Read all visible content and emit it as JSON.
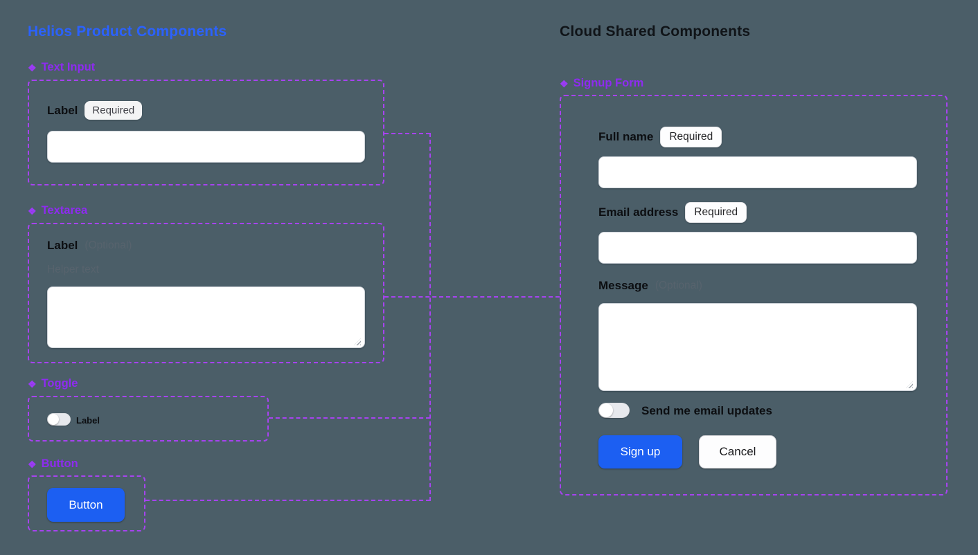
{
  "colors": {
    "canvas_bg": "#4b5e68",
    "left_title": "#2b62ff",
    "right_title": "#101418",
    "component_purple": "#8e2bf0",
    "dashed_outline": "#a743f0",
    "primary_blue": "#1c5ff2"
  },
  "icons": {
    "component": "❖"
  },
  "left": {
    "title": "Helios Product Components",
    "text_input": {
      "name": "Text Input",
      "label": "Label",
      "badge": "Required",
      "value": ""
    },
    "textarea": {
      "name": "Textarea",
      "label": "Label",
      "optional": "(Optional)",
      "helper": "Helper text",
      "value": ""
    },
    "toggle": {
      "name": "Toggle",
      "label": "Label",
      "state": "off"
    },
    "button": {
      "name": "Button",
      "text": "Button"
    }
  },
  "right": {
    "title": "Cloud Shared Components",
    "signup_form": {
      "name": "Signup Form",
      "full_name": {
        "label": "Full name",
        "badge": "Required",
        "value": ""
      },
      "email": {
        "label": "Email address",
        "badge": "Required",
        "value": ""
      },
      "message": {
        "label": "Message",
        "optional": "(Optional)",
        "value": ""
      },
      "updates_toggle": {
        "label": "Send me email updates",
        "state": "off"
      },
      "submit": "Sign up",
      "cancel": "Cancel"
    }
  }
}
